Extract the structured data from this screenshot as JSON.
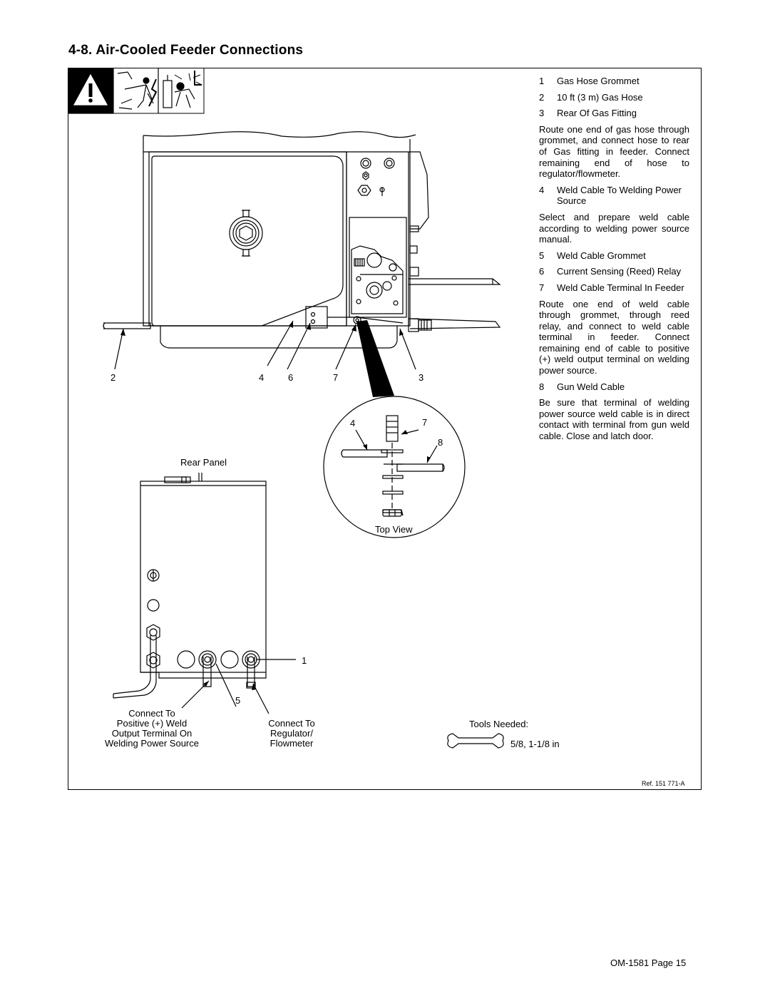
{
  "section_title": "4-8.   Air-Cooled Feeder Connections",
  "steps": [
    {
      "num": "1",
      "label": "Gas Hose Grommet"
    },
    {
      "num": "2",
      "label": "10 ft (3 m) Gas Hose"
    },
    {
      "num": "3",
      "label": "Rear Of Gas Fitting"
    },
    {
      "text": "Route one end of gas hose through grommet, and connect hose to rear of Gas fitting in feeder. Connect remaining end of hose to regulator/flowmeter."
    },
    {
      "num": "4",
      "label": "Weld Cable To Welding Power Source"
    },
    {
      "text": "Select and prepare weld cable according to welding power source manual."
    },
    {
      "num": "5",
      "label": "Weld Cable Grommet"
    },
    {
      "num": "6",
      "label": "Current Sensing (Reed) Relay"
    },
    {
      "num": "7",
      "label": "Weld Cable Terminal In Feeder"
    },
    {
      "text": "Route one end of weld cable through grommet, through reed relay, and connect to weld cable terminal in feeder. Connect remaining end of cable to positive (+) weld output terminal on welding power source."
    },
    {
      "num": "8",
      "label": "Gun Weld Cable"
    },
    {
      "text": "Be sure that terminal of welding power source weld cable is in direct contact with terminal from gun weld cable. Close and latch door."
    }
  ],
  "diagram": {
    "callouts_side": [
      "2",
      "4",
      "6",
      "7",
      "3"
    ],
    "callouts_top_view": [
      "4",
      "7",
      "8"
    ],
    "callouts_rear": [
      "1",
      "5"
    ],
    "rear_panel_label": "Rear Panel",
    "top_view_label": "Top View",
    "connect_positive": [
      "Connect To",
      "Positive (+) Weld",
      "Output Terminal On",
      "Welding Power Source"
    ],
    "connect_regulator": [
      "Connect To",
      "Regulator/",
      "Flowmeter"
    ]
  },
  "tools": {
    "heading": "Tools Needed:",
    "sizes": "5/8, 1-1/8 in",
    "icon": "wrench-icon"
  },
  "reference": "Ref. 151 771-A",
  "footer": "OM-1581  Page 15"
}
